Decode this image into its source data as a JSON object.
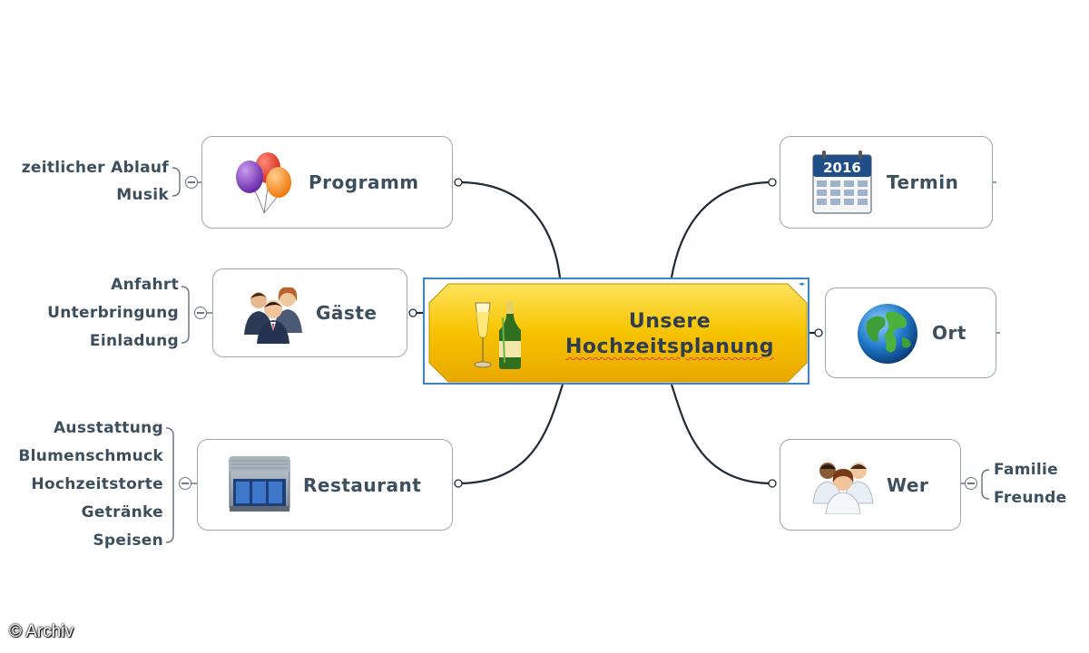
{
  "center": {
    "line1": "Unsere",
    "line2": "Hochzeitsplanung",
    "icon": "champagne-icon",
    "fill": "#f7c300"
  },
  "nodes": {
    "programm": {
      "label": "Programm",
      "icon": "balloons-icon",
      "children": [
        "zeitlicher Ablauf",
        "Musik"
      ]
    },
    "gaeste": {
      "label": "Gäste",
      "icon": "guests-icon",
      "children": [
        "Anfahrt",
        "Unterbringung",
        "Einladung"
      ]
    },
    "restaurant": {
      "label": "Restaurant",
      "icon": "restaurant-building-icon",
      "children": [
        "Ausstattung",
        "Blumenschmuck",
        "Hochzeitstorte",
        "Getränke",
        "Speisen"
      ]
    },
    "termin": {
      "label": "Termin",
      "icon": "calendar-icon",
      "calendar_year": "2016",
      "children": []
    },
    "ort": {
      "label": "Ort",
      "icon": "globe-icon",
      "children": []
    },
    "wer": {
      "label": "Wer",
      "icon": "people-icon",
      "children": [
        "Familie",
        "Freunde"
      ]
    }
  },
  "credit": "© Archiv",
  "colors": {
    "border": "#9aa6b2",
    "text": "#3d4f5f",
    "connector": "#1f2a36",
    "selection": "#3b82c9"
  }
}
